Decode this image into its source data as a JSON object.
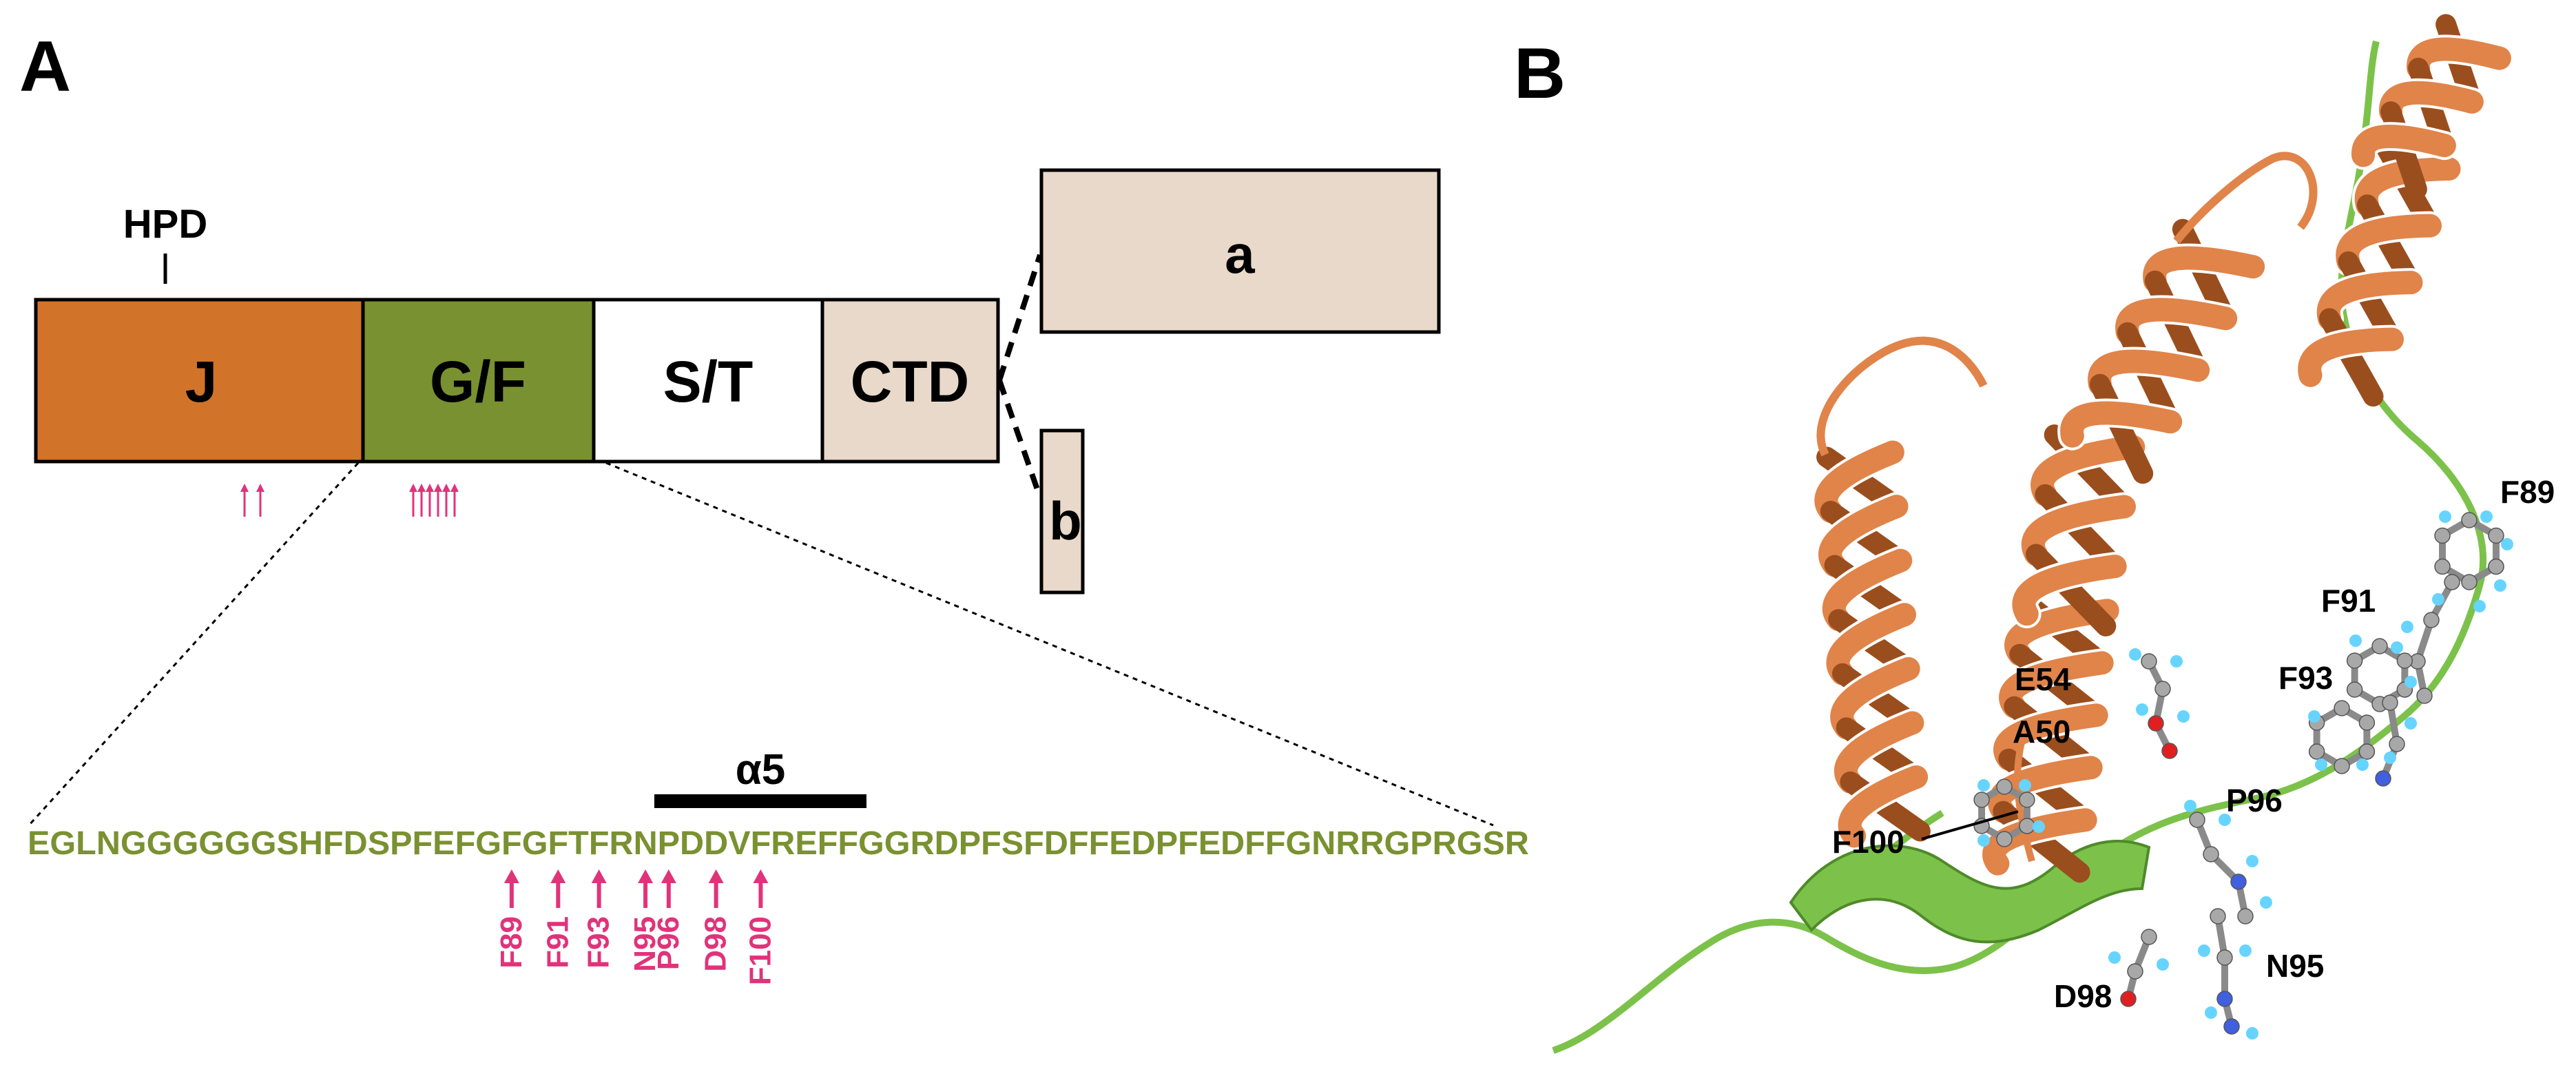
{
  "panels": [
    {
      "label": "A"
    },
    {
      "label": "B"
    }
  ],
  "domain_map": {
    "motif_label": "HPD",
    "domains": [
      {
        "label": "J",
        "color": "#d2732a"
      },
      {
        "label": "G/F",
        "color": "#7a9131"
      },
      {
        "label": "S/T",
        "color": "#ffffff"
      },
      {
        "label": "CTD",
        "color": "#e8d9ca"
      }
    ],
    "ctd_subdomains": [
      {
        "label": "a",
        "color": "#e8d9ca"
      },
      {
        "label": "b",
        "color": "#e8d9ca"
      }
    ],
    "marker_color": "#e0337a"
  },
  "sequence": {
    "prefix": "EGLNGGGGGGSHFDSPFEF",
    "residues": [
      {
        "aa": "G",
        "marked": false
      },
      {
        "aa": "F",
        "marked": true,
        "label": "F89"
      },
      {
        "aa": "G",
        "marked": false
      },
      {
        "aa": "F",
        "marked": true,
        "label": "F91"
      },
      {
        "aa": "T",
        "marked": false
      },
      {
        "aa": "F",
        "marked": true,
        "label": "F93"
      },
      {
        "aa": "R",
        "marked": false
      },
      {
        "aa": "N",
        "marked": true,
        "label": "N95"
      },
      {
        "aa": "P",
        "marked": true,
        "label": "P96"
      },
      {
        "aa": "D",
        "marked": false
      },
      {
        "aa": "D",
        "marked": true,
        "label": "D98"
      },
      {
        "aa": "V",
        "marked": false
      },
      {
        "aa": "F",
        "marked": true,
        "label": "F100"
      }
    ],
    "suffix": "REFFGGRDPFSFDFFEDPFEDFFGNRRGPRGSR",
    "color": "#7a9131",
    "helix_label": "α5"
  },
  "structure_labels": [
    "F89",
    "F91",
    "F93",
    "E54",
    "A50",
    "P96",
    "F100",
    "N95",
    "D98"
  ],
  "colors": {
    "helix_orange": "#e0844a",
    "helix_orange_dark": "#9a4e1e",
    "loop_green": "#7cc24a",
    "atom_carbon": "#a8a8a8",
    "atom_hydrogen": "#66d4ff",
    "atom_oxygen": "#e02020",
    "atom_nitrogen": "#4060e0"
  }
}
